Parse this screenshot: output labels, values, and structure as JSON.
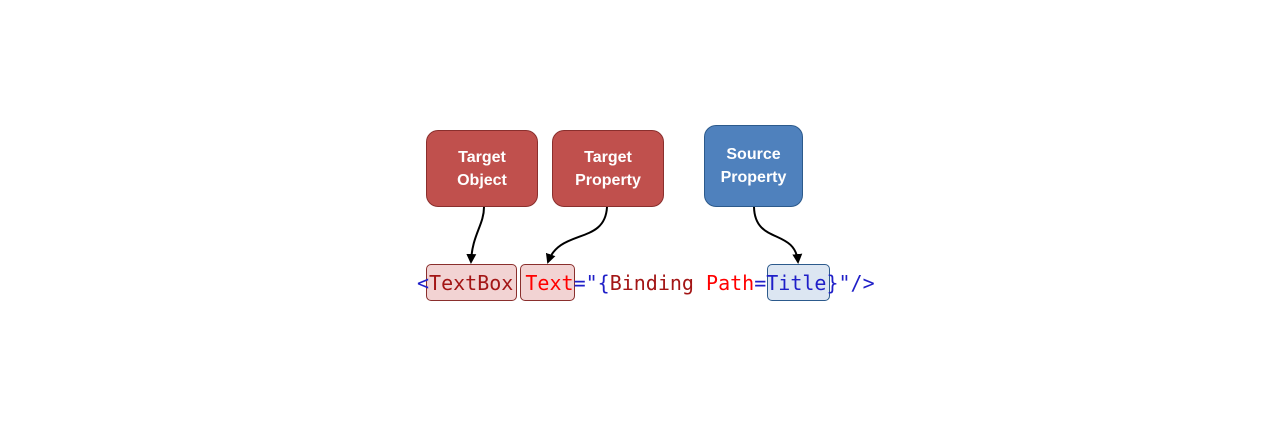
{
  "callouts": {
    "target_object": [
      "Target",
      "Object"
    ],
    "target_property": [
      "Target",
      "Property"
    ],
    "source_property": [
      "Source",
      "Property"
    ]
  },
  "code": {
    "open": "<",
    "element": "TextBox",
    "space1": " ",
    "attribute": "Text",
    "equals_quote_brace": "=\"{",
    "extension": "Binding",
    "space2": " ",
    "path_attr": "Path",
    "path_equals": "=",
    "path_value": "Title",
    "close": "}\"/>"
  },
  "colors": {
    "callout_red": "#c0504d",
    "callout_blue": "#4f81bd",
    "highlight_red": "#f2d3d3",
    "highlight_blue": "#dce6f2"
  }
}
